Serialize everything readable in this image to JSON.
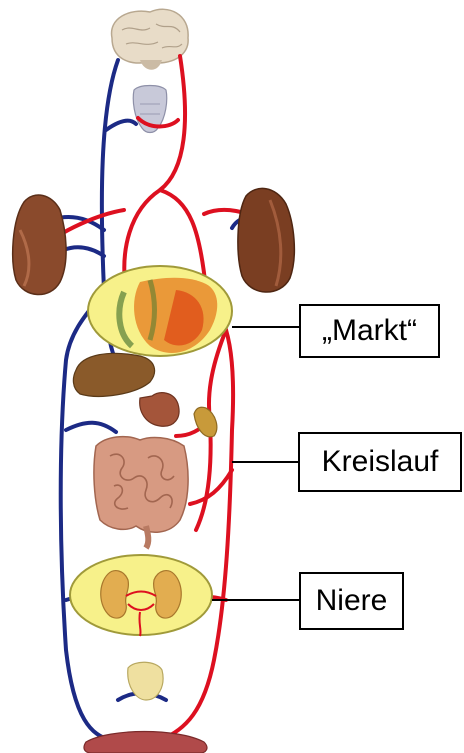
{
  "labels": {
    "markt": "„Markt“",
    "kreislauf": "Kreislauf",
    "niere": "Niere"
  },
  "colors": {
    "artery": "#dd1020",
    "vein": "#1c2a85",
    "highlight": "#f7f18a",
    "organ_brown": "#8a4a2c",
    "intestine": "#d79a82"
  }
}
